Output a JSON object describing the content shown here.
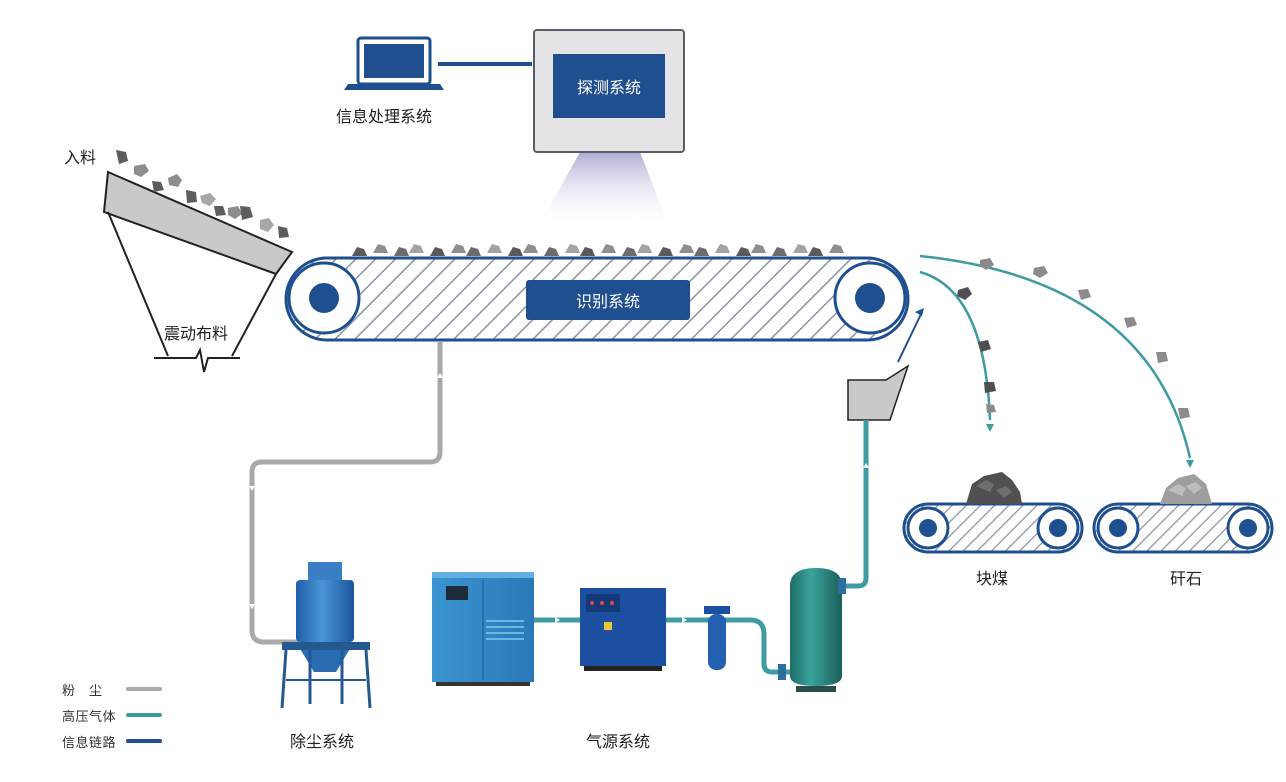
{
  "labels": {
    "info_system": "信息处理系统",
    "detect_system": "探测系统",
    "feed_in": "入料",
    "vibrating_feeder": "震动布料",
    "recognition_system": "识别系统",
    "lump_coal": "块煤",
    "gangue": "矸石",
    "dust_system": "除尘系统",
    "air_system": "气源系统"
  },
  "legend": [
    {
      "label": "粉　尘",
      "color": "#a9a9a9"
    },
    {
      "label": "高压气体",
      "color": "#3d9ba1"
    },
    {
      "label": "信息链路",
      "color": "#1f4f8f"
    }
  ],
  "colors": {
    "navy": "#1f4f8f",
    "dust_line": "#a9a9a9",
    "gas_line": "#3d9ba1",
    "belt_fill": "#d9dde3",
    "monitor_frame": "#e3e3e5",
    "equipment_blue": "#2e7fc1"
  }
}
